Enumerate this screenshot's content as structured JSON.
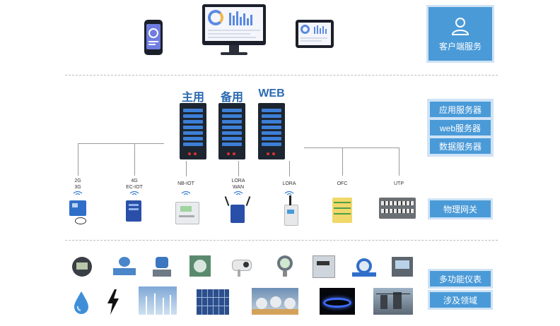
{
  "layers": {
    "client": {
      "label": "客户端服务"
    },
    "server": {
      "items": [
        "应用服务器",
        "web服务器",
        "数据服务器"
      ]
    },
    "gateway": {
      "label": "物理网关"
    },
    "field": {
      "items": [
        "多功能仪表",
        "涉及领域"
      ]
    }
  },
  "servers": [
    "主用",
    "备用",
    "WEB"
  ],
  "gateways": [
    {
      "lines": [
        "2G",
        "3G"
      ]
    },
    {
      "lines": [
        "4G",
        "EC-IOT"
      ]
    },
    {
      "lines": [
        "NB-IOT"
      ]
    },
    {
      "lines": [
        "LORA",
        "WAN"
      ]
    },
    {
      "lines": [
        "LORA"
      ]
    },
    {
      "lines": [
        "OFC"
      ]
    },
    {
      "lines": [
        "UTP"
      ]
    }
  ],
  "colors": {
    "accent": "#4a9ad8",
    "server_text": "#2a6ab0",
    "rack": "#1d2530",
    "rack_slot": "#3d7fd6"
  },
  "icons": {
    "devices": [
      "smartphone-icon",
      "monitor-icon",
      "tablet-icon"
    ],
    "meters": [
      "power-meter-icon",
      "flow-meter-icon",
      "pressure-transmitter-icon",
      "energy-meter-icon",
      "camera-icon",
      "pressure-gauge-icon",
      "gas-meter-icon",
      "water-meter-icon",
      "panel-meter-icon"
    ],
    "domains": [
      "water-drop-icon",
      "lightning-icon",
      "wind-turbine-image",
      "solar-panel-image",
      "gas-tank-image",
      "gas-flame-image",
      "substation-image"
    ]
  }
}
